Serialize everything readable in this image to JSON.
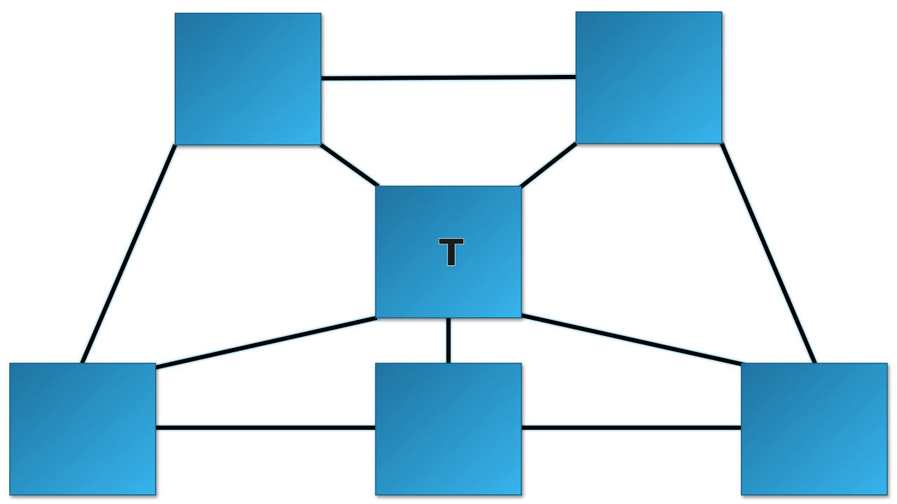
{
  "diagram": {
    "colors": {
      "node_fill_dark": "#1f73a0",
      "node_fill_light": "#36b4ec",
      "node_border": "#1b5f80",
      "edge": "#000000",
      "edge_glow": "#9fd8f2",
      "highlight_edge": "#c2188f",
      "background": "#ffffff"
    },
    "nodes": [
      {
        "id": "top-left",
        "label": ""
      },
      {
        "id": "top-right",
        "label": ""
      },
      {
        "id": "center",
        "label": "T"
      },
      {
        "id": "bottom-left",
        "label": ""
      },
      {
        "id": "bottom-center",
        "label": ""
      },
      {
        "id": "bottom-right",
        "label": ""
      }
    ],
    "edges": [
      {
        "from": "top-left",
        "to": "top-right",
        "highlight": false
      },
      {
        "from": "top-left",
        "to": "center",
        "highlight": false
      },
      {
        "from": "top-right",
        "to": "center",
        "highlight": false
      },
      {
        "from": "top-left",
        "to": "bottom-left",
        "highlight": false
      },
      {
        "from": "top-right",
        "to": "bottom-right",
        "highlight": false
      },
      {
        "from": "center",
        "to": "bottom-left",
        "highlight": false
      },
      {
        "from": "center",
        "to": "bottom-right",
        "highlight": false
      },
      {
        "from": "center",
        "to": "bottom-center",
        "highlight": true
      },
      {
        "from": "bottom-left",
        "to": "bottom-center",
        "highlight": false
      },
      {
        "from": "bottom-center",
        "to": "bottom-right",
        "highlight": false
      }
    ]
  }
}
